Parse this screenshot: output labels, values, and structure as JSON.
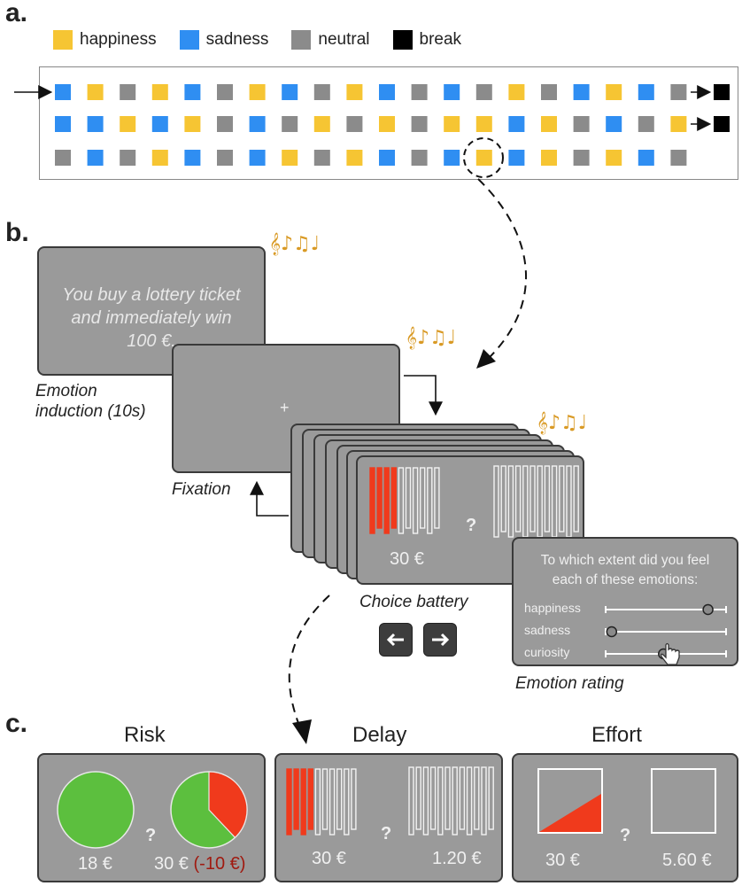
{
  "panels": {
    "a": "a.",
    "b": "b.",
    "c": "c."
  },
  "legend": [
    {
      "label": "happiness",
      "color": "#f6c533"
    },
    {
      "label": "sadness",
      "color": "#2f8ef2"
    },
    {
      "label": "neutral",
      "color": "#8b8b8b"
    },
    {
      "label": "break",
      "color": "#000000"
    }
  ],
  "sequence": {
    "rows": [
      [
        "s",
        "h",
        "n",
        "h",
        "s",
        "n",
        "h",
        "s",
        "n",
        "h",
        "s",
        "n",
        "s",
        "n",
        "h",
        "n",
        "s",
        "h",
        "s",
        "n"
      ],
      [
        "s",
        "s",
        "h",
        "s",
        "h",
        "n",
        "s",
        "n",
        "h",
        "n",
        "h",
        "n",
        "h",
        "h",
        "s",
        "h",
        "n",
        "s",
        "n",
        "h"
      ],
      [
        "n",
        "s",
        "n",
        "h",
        "s",
        "n",
        "s",
        "h",
        "n",
        "h",
        "s",
        "n",
        "s",
        "h",
        "s",
        "h",
        "n",
        "h",
        "s",
        "n"
      ]
    ],
    "highlight": {
      "row": 2,
      "col": 13
    }
  },
  "induction": {
    "text_lines": [
      "You buy a lottery ticket",
      "and immediately win",
      "100 €."
    ],
    "label_lines": [
      "Emotion",
      "induction (10s)"
    ]
  },
  "fixation": {
    "symbol": "+",
    "label": "Fixation"
  },
  "choice": {
    "amount": "30 €",
    "question": "?",
    "label": "Choice battery"
  },
  "rating": {
    "title_lines": [
      "To which extent did you feel",
      "each of these emotions:"
    ],
    "items": [
      {
        "label": "happiness",
        "value": 0.85
      },
      {
        "label": "sadness",
        "value": 0.05
      },
      {
        "label": "curiosity",
        "value": 0.48
      }
    ],
    "label": "Emotion rating"
  },
  "keys": [
    "left-arrow",
    "right-arrow"
  ],
  "tasks": {
    "risk": {
      "title": "Risk",
      "left_amount": "18 €",
      "right_amount": "30 €",
      "loss": "(-10 €)",
      "question": "?"
    },
    "delay": {
      "title": "Delay",
      "left_amount": "30 €",
      "right_amount": "1.20 €",
      "question": "?"
    },
    "effort": {
      "title": "Effort",
      "left_amount": "30 €",
      "right_amount": "5.60 €",
      "question": "?"
    }
  },
  "colors": {
    "red": "#f03a1c",
    "green": "#5cbf3e",
    "loss_text": "#a01a10"
  }
}
